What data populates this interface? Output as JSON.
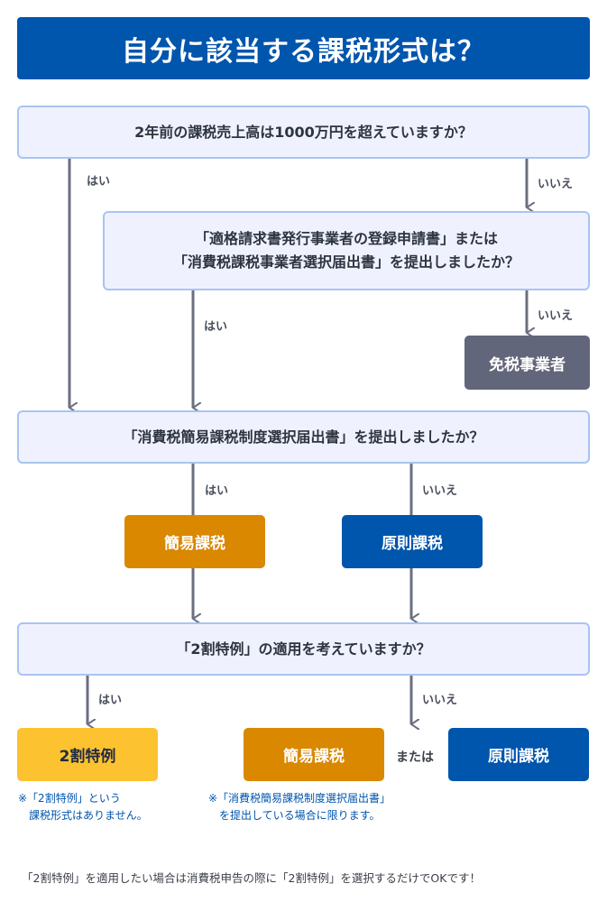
{
  "title": "自分に該当する課税形式は？",
  "questions": {
    "q1": "2年前の課税売上高は1000万円を超えていますか？",
    "q2_line1": "「適格請求書発行事業者の登録申請書」または",
    "q2_line2": "「消費税課税事業者選択届出書」を提出しましたか？",
    "q3": "「消費税簡易課税制度選択届出書」を提出しましたか？",
    "q4": "「2割特例」の適用を考えていますか？"
  },
  "labels": {
    "yes": "はい",
    "no": "いいえ",
    "or": "または"
  },
  "results": {
    "exempt": "免税事業者",
    "simplified": "簡易課税",
    "principle": "原則課税",
    "two_wari": "2割特例",
    "simplified_final": "簡易課税",
    "principle_final": "原則課税"
  },
  "notes": {
    "two_wari_note": "※「2割特例」という\n　課税形式はありません。",
    "simplified_note": "※「消費税簡易課税制度選択届出書」\n　を提出している場合に限ります。"
  },
  "footer": "「2割特例」を適用したい場合は消費税申告の際に「2割特例」を選択するだけでOKです！",
  "colors": {
    "title_bg": "#0055ad",
    "question_bg": "#eff2fe",
    "question_border": "#a9c4f2",
    "exempt_bg": "#62667a",
    "simplified_bg": "#d98800",
    "principle_bg": "#0055ad",
    "two_wari_bg": "#fdc22f",
    "arrow": "#6b6f80"
  }
}
